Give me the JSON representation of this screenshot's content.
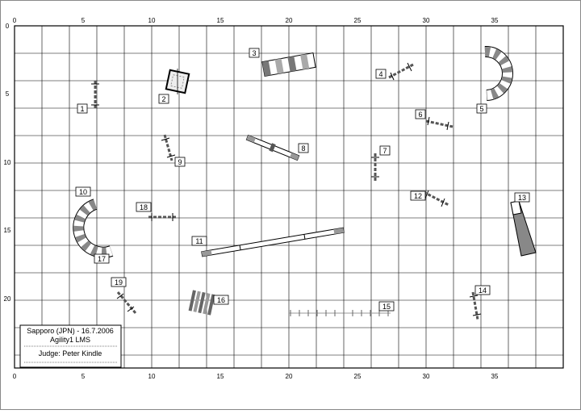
{
  "course": {
    "location_date": "Sapporo (JPN) - 16.7.2006",
    "class": "Agility1 LMS",
    "judge": "Judge: Peter Kindle"
  },
  "axes": {
    "x_ticks": [
      "0",
      "5",
      "10",
      "15",
      "20",
      "25",
      "30",
      "35"
    ],
    "y_ticks": [
      "0",
      "5",
      "10",
      "15",
      "20"
    ]
  },
  "obstacles": [
    {
      "id": "1",
      "label": "1",
      "type": "jump"
    },
    {
      "id": "2",
      "label": "2",
      "type": "table"
    },
    {
      "id": "3",
      "label": "3",
      "type": "tunnel"
    },
    {
      "id": "4",
      "label": "4",
      "type": "jump"
    },
    {
      "id": "5",
      "label": "5",
      "type": "curved-tunnel"
    },
    {
      "id": "6",
      "label": "6",
      "type": "jump"
    },
    {
      "id": "7",
      "label": "7",
      "type": "jump"
    },
    {
      "id": "8",
      "label": "8",
      "type": "seesaw"
    },
    {
      "id": "9",
      "label": "9",
      "type": "jump"
    },
    {
      "id": "10",
      "label": "10",
      "type": "curved-tunnel"
    },
    {
      "id": "11",
      "label": "11",
      "type": "dogwalk"
    },
    {
      "id": "12",
      "label": "12",
      "type": "jump"
    },
    {
      "id": "13",
      "label": "13",
      "type": "chute"
    },
    {
      "id": "14",
      "label": "14",
      "type": "jump"
    },
    {
      "id": "15",
      "label": "15",
      "type": "weave-poles"
    },
    {
      "id": "16",
      "label": "16",
      "type": "wall"
    },
    {
      "id": "17",
      "label": "17",
      "type": "curved-tunnel"
    },
    {
      "id": "18",
      "label": "18",
      "type": "jump"
    },
    {
      "id": "19",
      "label": "19",
      "type": "jump"
    }
  ]
}
